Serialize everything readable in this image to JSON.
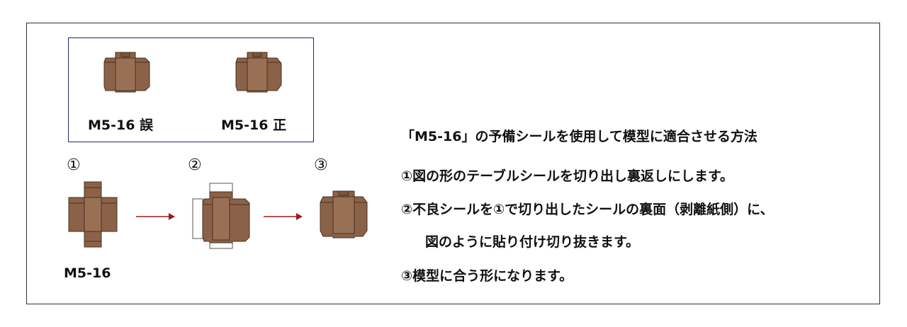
{
  "compare": {
    "wrong_label": "M5-16 誤",
    "right_label": "M5-16 正"
  },
  "steps": {
    "step1_num": "①",
    "step2_num": "②",
    "step3_num": "③",
    "step1_label": "M5-16"
  },
  "instructions": {
    "title": "「M5-16」の予備シールを使用して模型に適合させる方法",
    "line1": "①図の形のテーブルシールを切り出し裏返しにします。",
    "line2": "②不良シールを①で切り出したシールの裏面（剥離紙側）に、",
    "line3": "図のように貼り付け切り抜きます。",
    "line4": "③模型に合う形になります。"
  },
  "colors": {
    "seal_brown": "#8a6248",
    "seal_dark": "#4a3020",
    "arrow": "#9b1b1b",
    "frame_blue": "#1c2a6b"
  }
}
